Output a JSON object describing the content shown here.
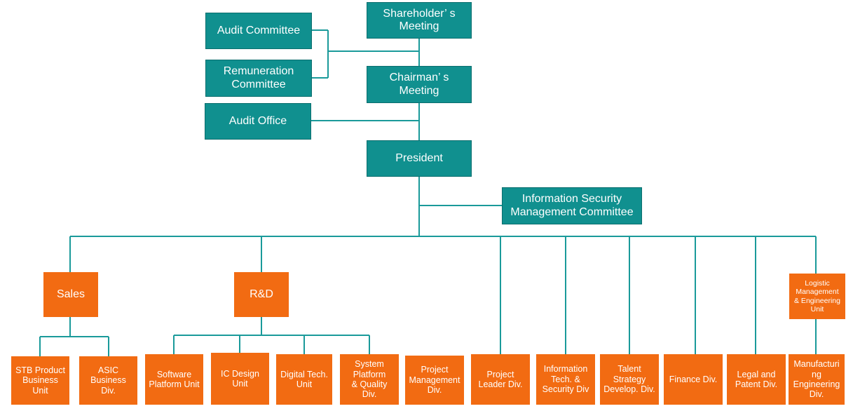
{
  "governance": {
    "shareholders_meeting": "Shareholder’ s\nMeeting",
    "audit_committee": "Audit Committee",
    "remuneration_committee": "Remuneration\nCommittee",
    "chairmans_meeting": "Chairman’ s\nMeeting",
    "audit_office": "Audit Office",
    "president": "President",
    "info_security_committee": "Information Security\nManagement Committee"
  },
  "divisions": {
    "sales": "Sales",
    "rnd": "R&D",
    "logistic_unit": "Logistic\nManagement\n& Engineering\nUnit"
  },
  "units": {
    "stb_product": "STB Product\nBusiness\nUnit",
    "asic_business": "ASIC\nBusiness\nDiv.",
    "software_platform": "Software\nPlatform Unit",
    "ic_design": "IC Design\nUnit",
    "digital_tech": "Digital Tech.\nUnit",
    "system_platform_quality": "System\nPlatform\n& Quality\nDiv.",
    "project_management": "Project\nManagement\nDiv.",
    "project_leader": "Project\nLeader Div.",
    "info_tech_security": "Information\nTech. &\nSecurity Div",
    "talent_strategy": "Talent\nStrategy\nDevelop. Div.",
    "finance": "Finance Div.",
    "legal_patent": "Legal and\nPatent Div.",
    "manufacturing_engineering": "Manufacturi\nng\nEngineering\nDiv."
  },
  "colors": {
    "teal_box": "#10908f",
    "orange_box": "#f26b12",
    "connector": "#1a9a9a"
  }
}
